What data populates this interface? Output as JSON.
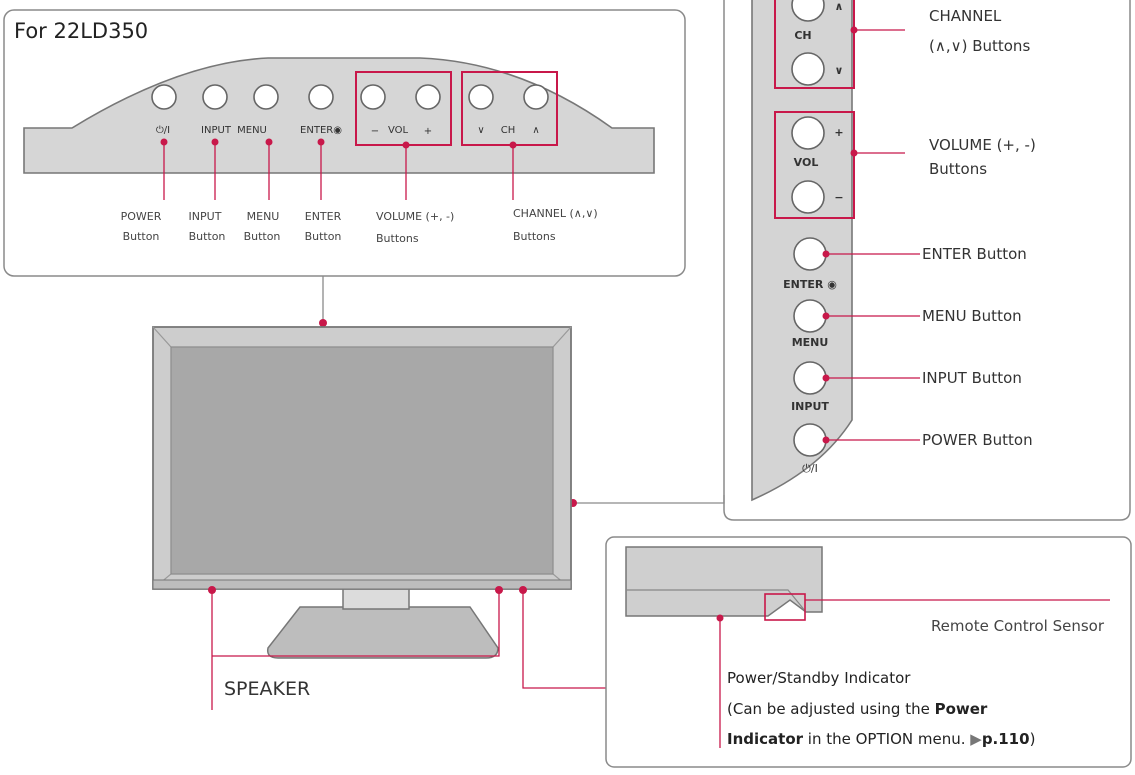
{
  "colors": {
    "accent": "#c8184a",
    "panel_stroke": "#8a8a8a",
    "bezel_fill": "#c9c9c9",
    "screen_fill": "#a9a9a9"
  },
  "top_panel": {
    "title": "For 22LD350",
    "button_markings": {
      "power": "⏻/I",
      "input": "INPUT",
      "menu": "MENU",
      "enter": "ENTER◉",
      "vol_minus": "−",
      "vol": "VOL",
      "vol_plus": "+",
      "ch_down": "∨",
      "ch": "CH",
      "ch_up": "∧"
    },
    "labels": {
      "power": [
        "POWER",
        "Button"
      ],
      "input": [
        "INPUT",
        "Button"
      ],
      "menu": [
        "MENU",
        "Button"
      ],
      "enter": [
        "ENTER",
        "Button"
      ],
      "volume": [
        "VOLUME (+, -)",
        "Buttons"
      ],
      "channel": [
        "CHANNEL (∧,∨)",
        "Buttons"
      ]
    }
  },
  "side_panel": {
    "button_markings": {
      "ch_up": "∧",
      "ch": "CH",
      "ch_down": "∨",
      "vol_plus": "+",
      "vol": "VOL",
      "vol_minus": "−",
      "enter": "ENTER ◉",
      "menu": "MENU",
      "input": "INPUT",
      "power": "⏻/I"
    },
    "labels": {
      "channel": [
        "CHANNEL",
        "(∧,∨) Buttons"
      ],
      "volume": [
        "VOLUME (+, -)",
        "Buttons"
      ],
      "enter": "ENTER Button",
      "menu": "MENU Button",
      "input": "INPUT Button",
      "power": "POWER Button"
    }
  },
  "tv": {
    "speaker_label": "SPEAKER"
  },
  "bottom_panel": {
    "remote_sensor_label": "Remote Control Sensor",
    "indicator_line1": "Power/Standby Indicator",
    "indicator_line2_prefix": "(Can be adjusted using the ",
    "indicator_line2_bold": "Power",
    "indicator_line3_bold": "Indicator",
    "indicator_line3_mid": " in the OPTION menu. ",
    "indicator_line3_ref_arrow": "▶",
    "indicator_line3_ref": "p.110",
    "indicator_line3_suffix": ")"
  }
}
